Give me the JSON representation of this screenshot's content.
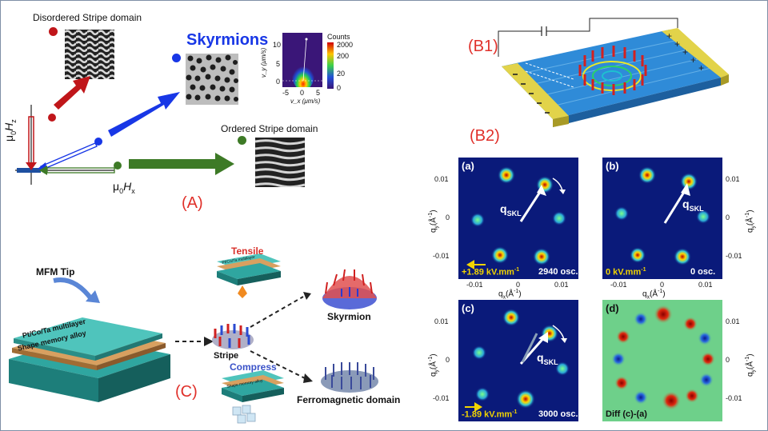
{
  "panelA": {
    "label": "(A)",
    "disordered_title": "Disordered Stripe domain",
    "skyrmions_title": "Skyrmions",
    "ordered_title": "Ordered Stripe domain",
    "axis_z_prefix": "μ",
    "axis_z_sub0": "0",
    "axis_z_main": "H",
    "axis_z_sub": "z",
    "axis_x_prefix": "μ",
    "axis_x_sub0": "0",
    "axis_x_main": "H",
    "axis_x_sub": "x",
    "inset": {
      "colorbar_title": "Counts",
      "colorbar_ticks": [
        "2000",
        "200",
        "20",
        "0"
      ],
      "x_ticks": [
        "-5",
        "0",
        "5"
      ],
      "y_ticks": [
        "10",
        "5",
        "0"
      ],
      "xlabel": "v_x (μm/s)",
      "ylabel": "v_y (μm/s)"
    },
    "colors": {
      "red": "#c0161a",
      "blue": "#1837e6",
      "green": "#3d7a26",
      "skyrmion_text": "#1837e6"
    }
  },
  "panelB1": {
    "label": "(B1)"
  },
  "panelB2": {
    "label": "(B2)",
    "qskl": "q",
    "qskl_sub": "SKL",
    "subpanels": [
      {
        "tag": "(a)",
        "field": "+1.89 kV.mm",
        "field_exp": "-1",
        "osc": "2940 osc."
      },
      {
        "tag": "(b)",
        "field": "0 kV.mm",
        "field_exp": "-1",
        "osc": "0 osc."
      },
      {
        "tag": "(c)",
        "field": "-1.89 kV.mm",
        "field_exp": "-1",
        "osc": "3000 osc."
      },
      {
        "tag": "(d)",
        "field": "Diff (c)-(a)",
        "field_exp": "",
        "osc": ""
      }
    ],
    "ticks_y": [
      "0.01",
      "0",
      "-0.01"
    ],
    "ticks_x": [
      "-0.01",
      "0",
      "0.01"
    ],
    "qx_label": "q",
    "qx_sub": "x",
    "qx_unit": "(Å",
    "qy_label": "q",
    "qy_sub": "y",
    "unit_exp": "-1",
    "unit_close": ")"
  },
  "panelC": {
    "label": "(C)",
    "mfm_tip": "MFM Tip",
    "multilayer": "Pt/Co/Ta multilayer",
    "substrate": "Shape memory alloy",
    "stripe": "Stripe",
    "tensile": "Tensile",
    "compress": "Compress",
    "skyrmion": "Skyrmion",
    "ferro": "Ferromagnetic domain",
    "small_multilayer": "Pt/Co/Ta multilayer",
    "small_substrate": "Shape memory alloy"
  }
}
